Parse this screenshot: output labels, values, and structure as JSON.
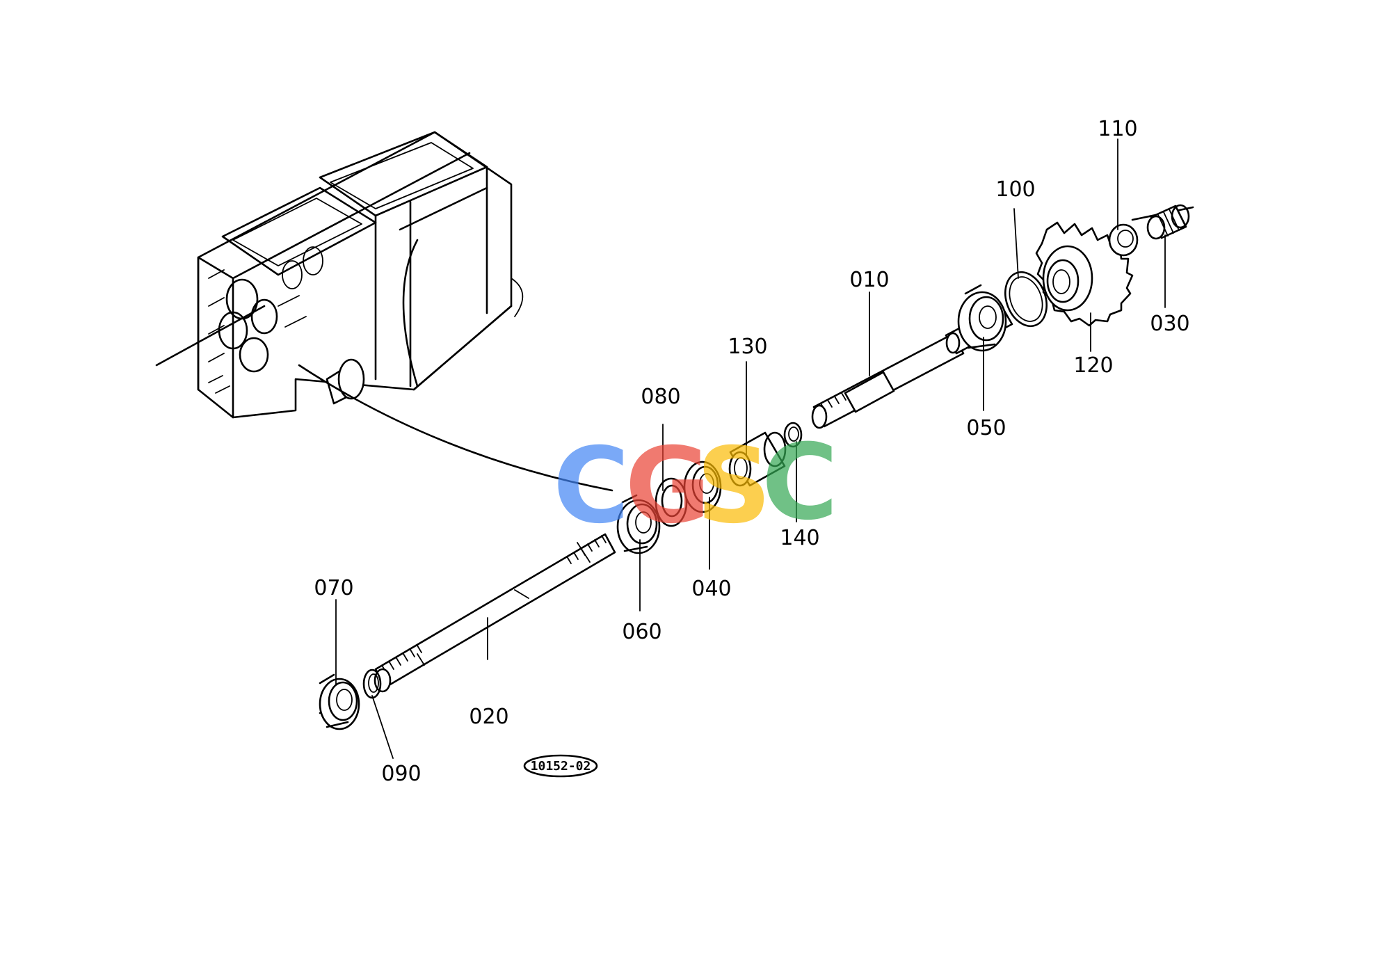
{
  "diagram": {
    "part_labels": [
      "010",
      "020",
      "030",
      "040",
      "050",
      "060",
      "070",
      "080",
      "090",
      "100",
      "110",
      "120",
      "130",
      "140"
    ],
    "drawing_code": "10152-02"
  },
  "watermark": {
    "letters": [
      "C",
      "G",
      "S",
      "C"
    ],
    "colors": [
      "#4285f4",
      "#ea4335",
      "#fbbc05",
      "#34a853"
    ]
  }
}
